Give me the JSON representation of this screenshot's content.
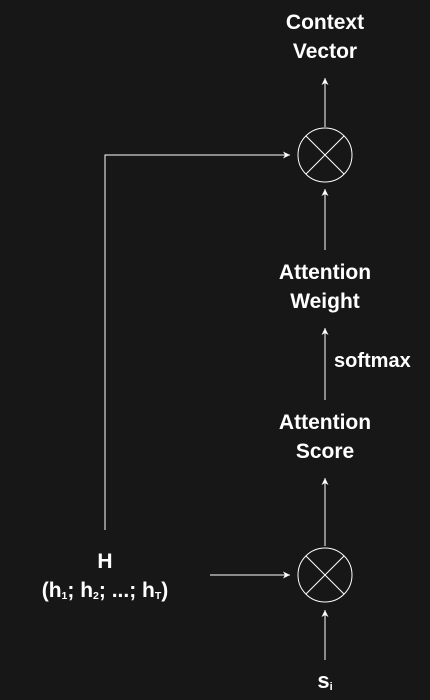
{
  "colors": {
    "background": "#171717",
    "stroke": "#ffffff",
    "text": "#ffffff"
  },
  "nodes": {
    "context_vector": {
      "line1": "Context",
      "line2": "Vector"
    },
    "attention_weight": {
      "line1": "Attention",
      "line2": "Weight"
    },
    "attention_score": {
      "line1": "Attention",
      "line2": "Score"
    },
    "hidden_states": {
      "line1": "H",
      "open": "(h",
      "sub1": "1",
      "sep1": "; h",
      "sub2": "2",
      "sep2": "; ...; h",
      "sub3": "T",
      "close": ")"
    },
    "decoder_state": {
      "base": "s",
      "sub": "i"
    }
  },
  "edges": {
    "softmax_label": "softmax"
  },
  "operators": [
    {
      "name": "top-multiply",
      "symbol": "otimes"
    },
    {
      "name": "bottom-multiply",
      "symbol": "otimes"
    }
  ]
}
